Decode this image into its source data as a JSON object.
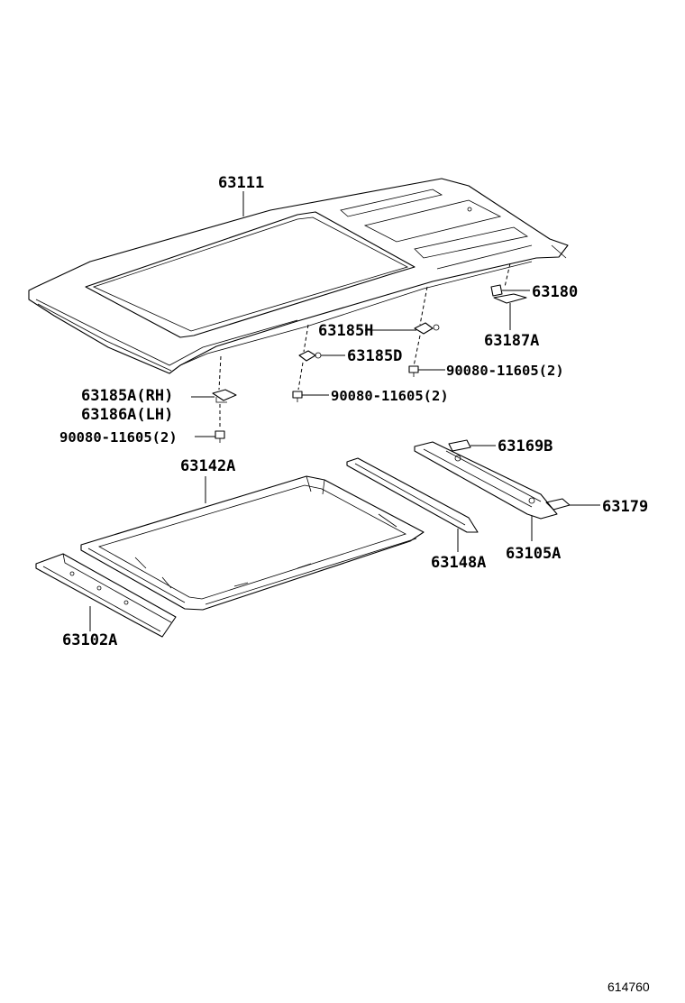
{
  "labels": {
    "roof_panel": "63111",
    "bracket_63180": "63180",
    "bracket_63187a": "63187A",
    "bracket_63185h": "63185H",
    "bracket_63185d": "63185D",
    "bolt_right": "90080-11605(2)",
    "bolt_center": "90080-11605(2)",
    "bracket_rh": "63185A(RH)",
    "bracket_lh": "63186A(LH)",
    "bolt_left": "90080-11605(2)",
    "reinforcement_63142a": "63142A",
    "bracket_63169b": "63169B",
    "bracket_63179": "63179",
    "bow_63148a": "63148A",
    "rail_63105a": "63105A",
    "header_63102a": "63102A"
  },
  "reference_number": "614760"
}
